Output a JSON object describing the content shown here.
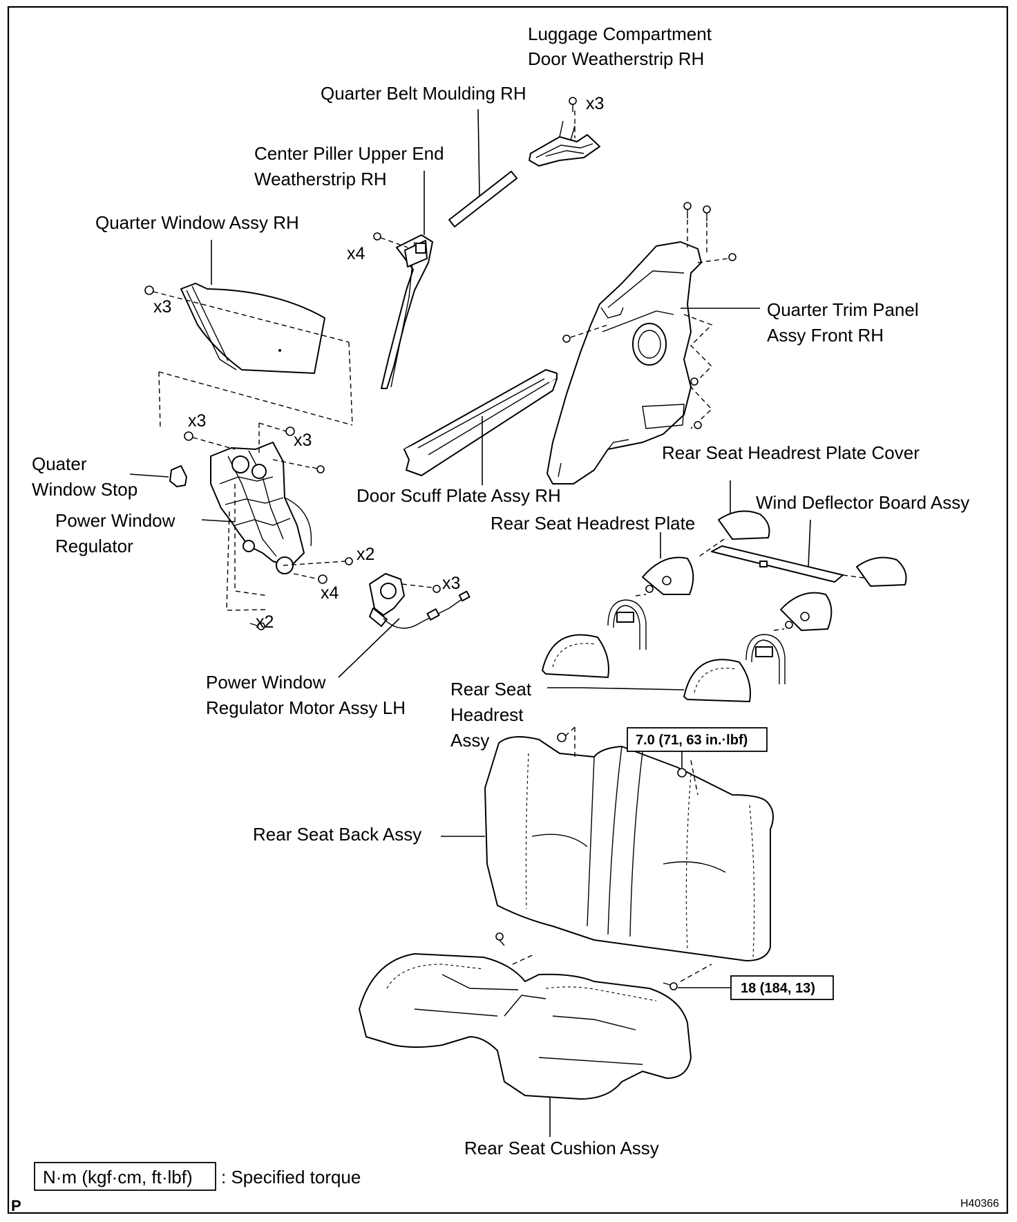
{
  "labels": {
    "luggage_weatherstrip": [
      "Luggage Compartment",
      "Door Weatherstrip RH"
    ],
    "quarter_belt_moulding": "Quarter Belt Moulding RH",
    "center_piller": [
      "Center Piller Upper End",
      "Weatherstrip RH"
    ],
    "quarter_window_assy": "Quarter Window Assy RH",
    "quarter_trim_panel": [
      "Quarter Trim Panel",
      "Assy Front RH"
    ],
    "quater_window_stop": [
      "Quater",
      "Window Stop"
    ],
    "power_window_regulator": [
      "Power Window",
      "Regulator"
    ],
    "door_scuff_plate": "Door Scuff Plate Assy RH",
    "headrest_plate_cover": "Rear Seat Headrest Plate Cover",
    "wind_deflector": "Wind Deflector Board Assy",
    "headrest_plate": "Rear Seat Headrest Plate",
    "power_window_motor": [
      "Power Window",
      "Regulator Motor Assy LH"
    ],
    "headrest_assy": [
      "Rear Seat",
      "Headrest",
      "Assy"
    ],
    "seat_back": "Rear Seat Back Assy",
    "seat_cushion": "Rear Seat Cushion Assy"
  },
  "quantities": {
    "luggage_screws": "x3",
    "center_piller_clips": "x4",
    "quarter_window_nuts": "x3",
    "regulator_nuts_left": "x3",
    "regulator_nuts_right": "x3",
    "regulator_bolts_x2_top": "x2",
    "regulator_bolts_x4": "x4",
    "motor_bolts_x3": "x3",
    "regulator_bolts_x2_bottom": "x2"
  },
  "torques": {
    "seat_back_nut": "7.0 (71, 63 in.·lbf)",
    "seat_back_bolt": "18 (184, 13)"
  },
  "legend": {
    "unit": "N·m (kgf·cm, ft·lbf)",
    "description": ": Specified torque"
  },
  "corner_marks": {
    "page_letter": "P",
    "figure_id": "H40366"
  }
}
